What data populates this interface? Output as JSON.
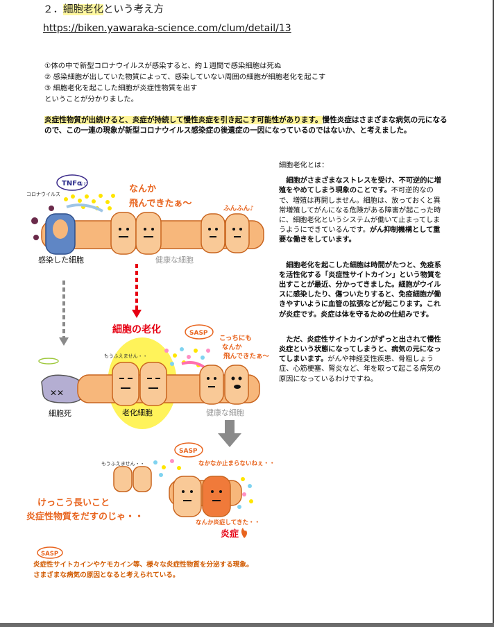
{
  "heading": {
    "number": "２．",
    "title_highlight": "細胞老化",
    "title_rest": "という考え方"
  },
  "url": "https://biken.yawaraka-science.com/clum/detail/13",
  "steps": [
    "①体の中で新型コロナウイルスが感染すると、約１週間で感染細胞は死ぬ",
    "② 感染細胞が出していた物質によって、感染していない周囲の細胞が細胞老化を起こす",
    "③ 細胞老化を起こした細胞が炎症性物質を出す",
    "ということが分かりました。"
  ],
  "summary": {
    "highlight": "炎症性物質が出続けると、炎症が持続して慢性炎症を引き起こす可能性があります。",
    "rest": "慢性炎症はさまざまな病気の元になるので、この一連の現象が新型コロナウイルス感染症の後遺症の一因になっているのではないか、と考えました。"
  },
  "sidebar": {
    "title": "細胞老化とは：",
    "p1_a": "細胞がさまざまなストレスを受け、不可逆的に増殖をやめてしまう現象のことです。",
    "p1_b": "不可逆的なので、増殖は再開しません。細胞は、放っておくと異常増殖してがんになる危険がある障害が起こった時に、細胞老化というシステムが働いて止まってしまうようにできているんです。",
    "p1_c": "がん抑制機構として重要な働きをしています。",
    "p2_a": "細胞老化を起こした細胞は時間がたつと、免疫系を活性化する「炎症性サイトカイン」という物質を出すことが最近、分かってきました。",
    "p2_b": "細胞がウイルスに感染したり、傷ついたりすると、免疫細胞が働きやすいように血管の拡張などが起こります。これが炎症です。炎症は体を守るための仕組みです。",
    "p3_a": "ただ、炎症性サイトカインがずっと出されて慢性炎症という状態になってしまうと、病気の元になってしまいます。",
    "p3_b": "がんや神経変性疾患、骨粗しょう症、心筋梗塞、腎炎など、年を取って起こる病気の原因になっているわけですね。"
  },
  "diagram": {
    "tnf": "TNFα",
    "tnf_sub": "など",
    "virus": "コロナウイルス",
    "flying1_a": "なんか",
    "flying1_b": "飛んできたぁ～",
    "funfun": "ふんふん♪",
    "infected": "感染した細胞",
    "healthy": "健康な細胞",
    "senescence": "細胞の老化",
    "sasp": "SASP",
    "kocchi_a": "こっちにも",
    "kocchi_b": "なんか",
    "kocchi_c": "飛んできたぁ～",
    "mou": "もうふえません・・",
    "death": "細胞死",
    "senescent": "老化細胞",
    "mou2": "もうふえません・・",
    "nakanaka": "なかなか止まらないねぇ・・",
    "long_a": "けっこう長いこと",
    "long_b": "炎症性物質をだすのじゃ・・",
    "inflamed": "なんか炎症してきた・・",
    "ensho": "炎症",
    "flame_icon": "flame-icon"
  },
  "footer": {
    "sasp": "SASP",
    "line1": "炎症性サイトカインやケモカイン等、様々な炎症性物質を分泌する現象。",
    "line2": "さまざまな病気の原因となると考えられている。"
  },
  "colors": {
    "orange": "#e8641e",
    "red": "#e60012",
    "cell": "#f7b77b",
    "cell_edge": "#c9651f",
    "yellow_glow": "#fff35a"
  }
}
